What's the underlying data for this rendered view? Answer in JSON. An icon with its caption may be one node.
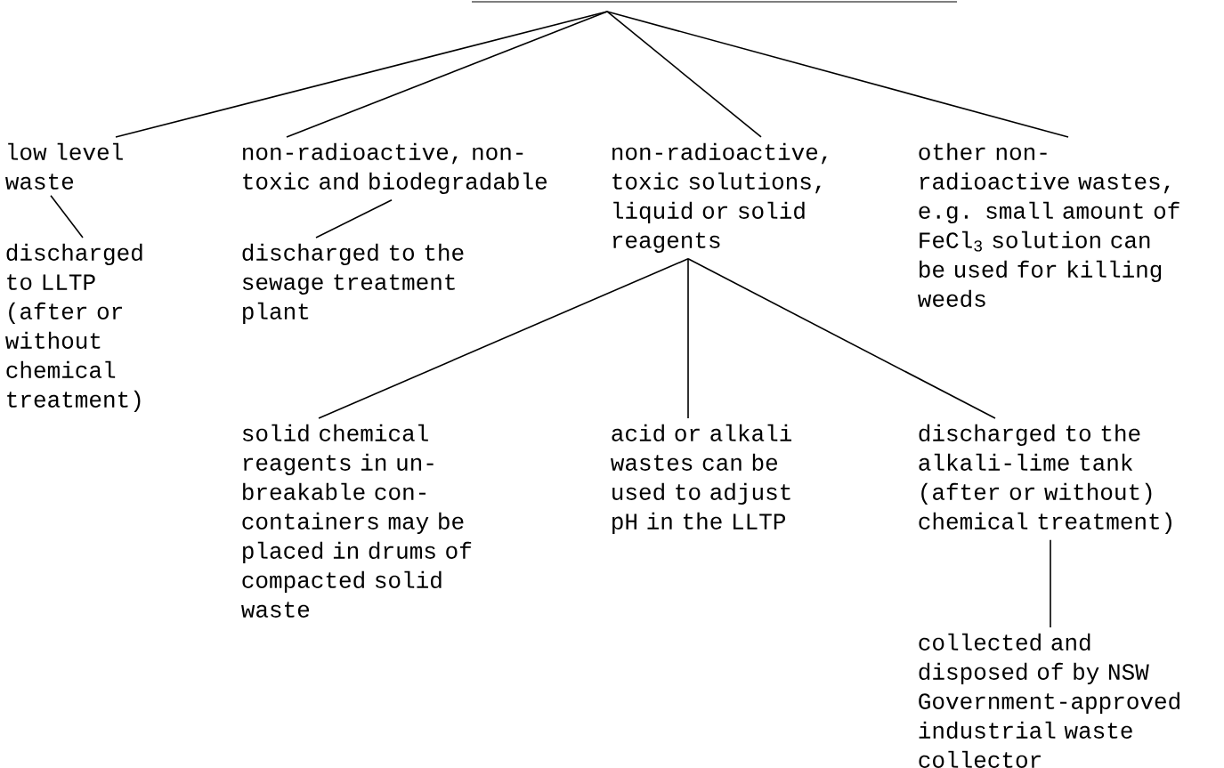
{
  "diagram": {
    "nodes": [
      {
        "text": [
          "low level waste"
        ]
      },
      {
        "text": [
          "discharged to LLTP (after or without chemical treatment)"
        ]
      },
      {
        "text": [
          "non-radioactive, non-toxic and biodegradable"
        ]
      },
      {
        "text": [
          "discharged to the sewage treatment plant"
        ]
      },
      {
        "text": [
          "non-radioactive, toxic solutions, liquid or solid reagents"
        ]
      },
      {
        "text": [
          "other non-radioactive wastes, e.g. small amount of FeCl$_{3}$ solution can be used for killing weeds"
        ]
      },
      {
        "text": [
          "solid chemical reagents in un-breakable con-containers may be placed in drums of compacted solid waste"
        ]
      },
      {
        "text": [
          "acid or alkali wastes can be used to adjust pH in the LLTP"
        ]
      },
      {
        "text": [
          "discharged to the alkali-lime tank (after or without) chemical treatment)"
        ]
      },
      {
        "text": [
          "collected and disposed of by NSW Government-approved industrial waste collector"
        ]
      }
    ],
    "edges": [
      {
        "from": null,
        "to": 0,
        "arrow": "none"
      },
      {
        "from": null,
        "to": 2,
        "arrow": "none"
      },
      {
        "from": null,
        "to": 4,
        "arrow": "none"
      },
      {
        "from": null,
        "to": 5,
        "arrow": "none"
      },
      {
        "from": 0,
        "to": 1,
        "arrow": "none"
      },
      {
        "from": 2,
        "to": 3,
        "arrow": "none"
      },
      {
        "from": 4,
        "to": 6,
        "arrow": "none"
      },
      {
        "from": 4,
        "to": 7,
        "arrow": "none"
      },
      {
        "from": 4,
        "to": 8,
        "arrow": "none"
      },
      {
        "from": 8,
        "to": 9,
        "arrow": "none"
      }
    ]
  }
}
